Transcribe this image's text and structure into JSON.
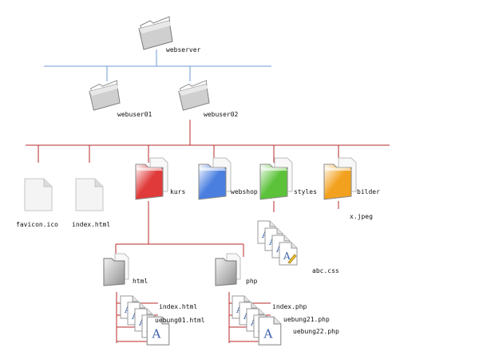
{
  "tree": {
    "root": {
      "label": "webserver"
    },
    "users": [
      {
        "label": "webuser01"
      },
      {
        "label": "webuser02"
      }
    ],
    "files": [
      {
        "label": "favicon.ico",
        "icon": "file-icon"
      },
      {
        "label": "index.html",
        "icon": "file-icon"
      }
    ],
    "folders": [
      {
        "label": "kurs",
        "color": "#e03a3a"
      },
      {
        "label": "webshop",
        "color": "#4a7fe0"
      },
      {
        "label": "styles",
        "color": "#5cc23a"
      },
      {
        "label": "bilder",
        "color": "#f2a11e"
      }
    ],
    "bilder_file": {
      "label": "x.jpeg"
    },
    "styles_file": {
      "label": "abc.css"
    },
    "kurs_children": [
      {
        "label": "html",
        "files": [
          "index.html",
          "uebung01.html"
        ]
      },
      {
        "label": "php",
        "files": [
          "index.php",
          "uebung21.php",
          "uebung22.php"
        ]
      }
    ]
  },
  "colors": {
    "line_blue": "#6f9bd6",
    "line_red": "#b92a2a",
    "grey_folder": "#c8c8c8",
    "dark_grey_folder": "#8e8e8e"
  }
}
